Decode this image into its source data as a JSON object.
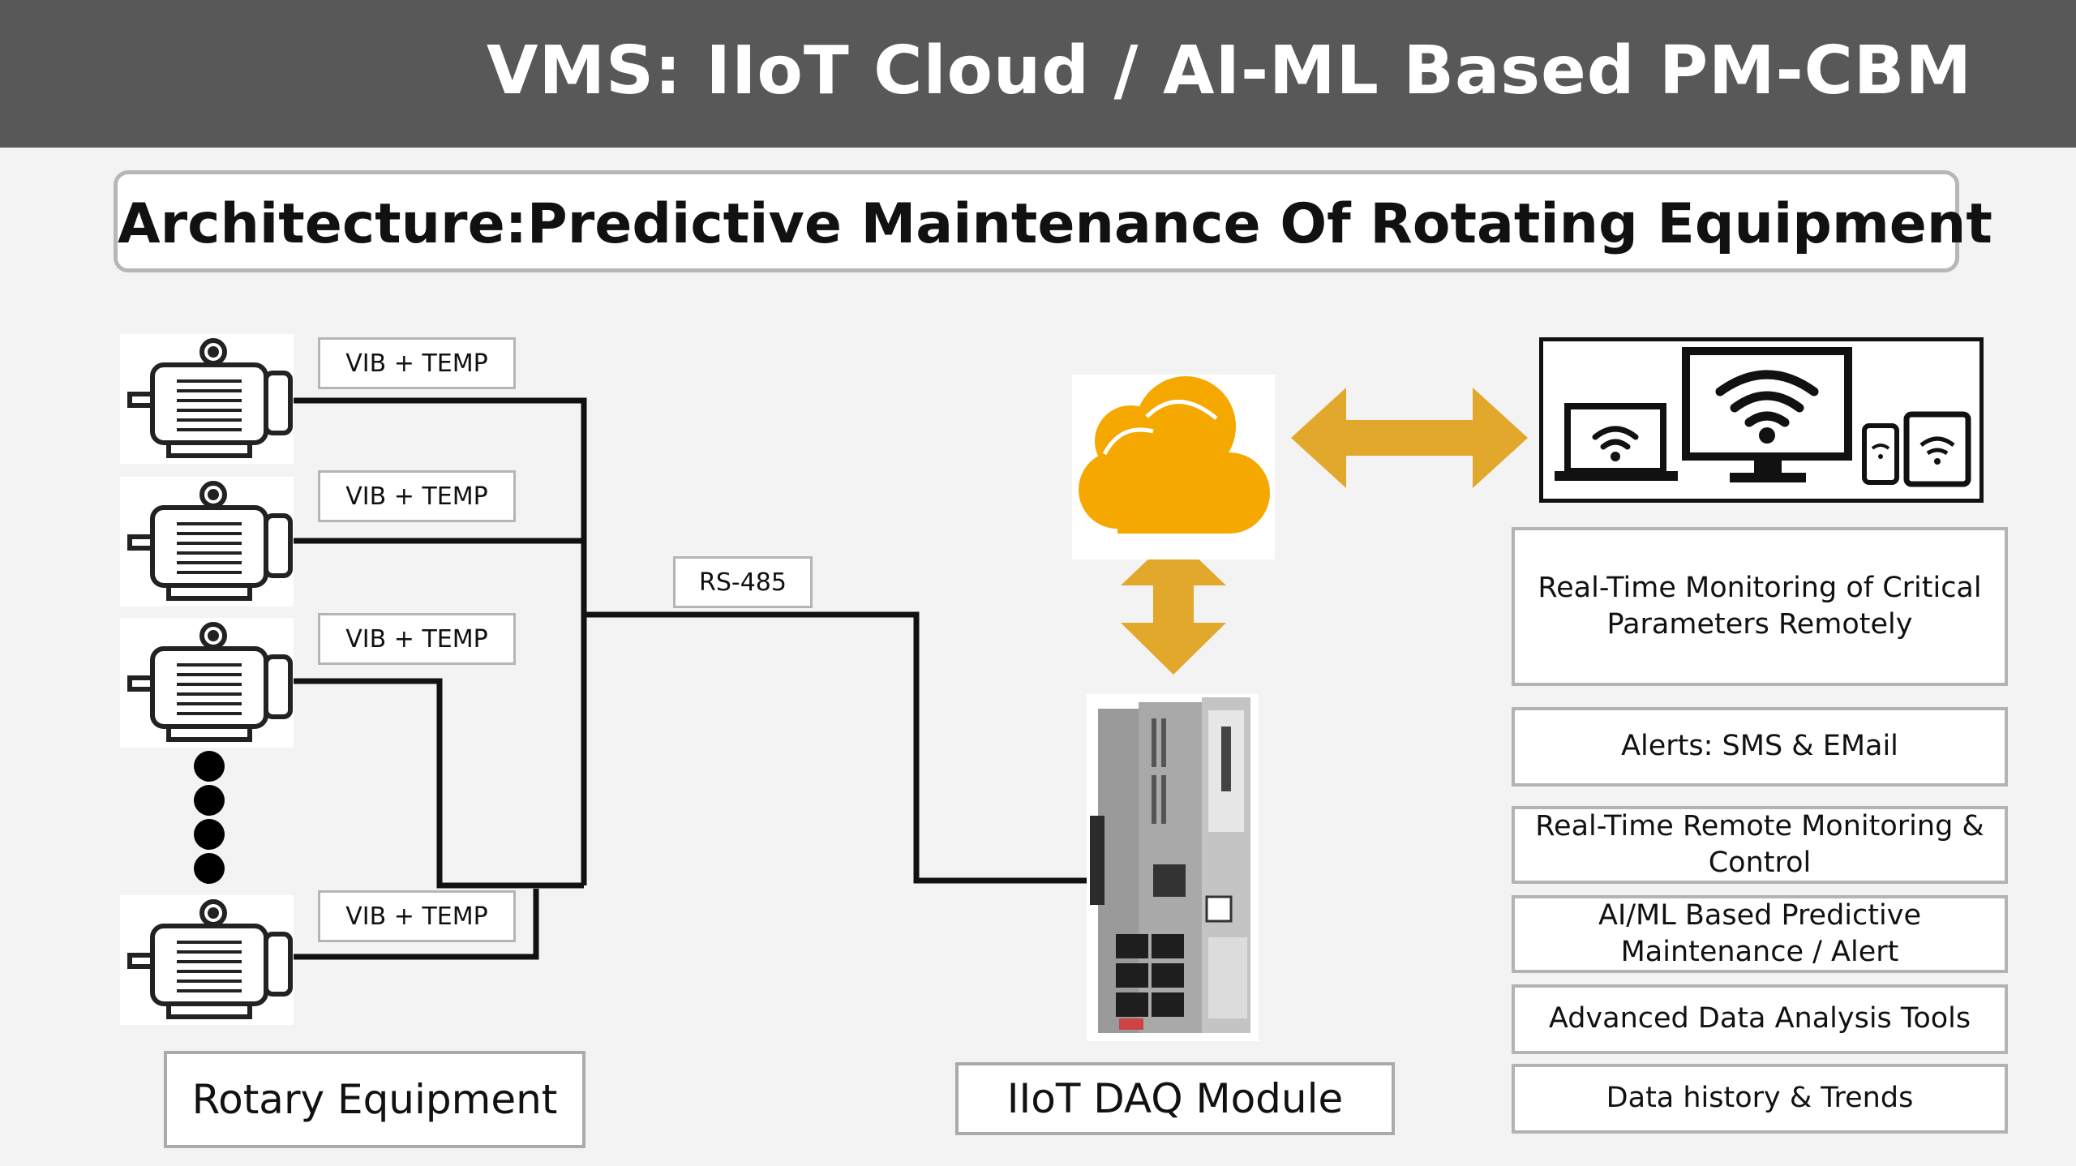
{
  "header": {
    "title": "VMS: IIoT Cloud / AI-ML Based PM-CBM"
  },
  "architecture": {
    "title": "Architecture:Predictive Maintenance Of Rotating Equipment"
  },
  "sensor_label": "VIB + TEMP",
  "bus_label": "RS-485",
  "labels": {
    "rotary_equipment": "Rotary Equipment",
    "daq_module": "IIoT DAQ Module"
  },
  "features": [
    "Real-Time Monitoring of Critical Parameters Remotely",
    "Alerts: SMS & EMail",
    "Real-Time Remote Monitoring & Control",
    "AI/ML Based Predictive Maintenance / Alert",
    "Advanced Data Analysis Tools",
    "Data history & Trends"
  ],
  "icons": [
    "motor-icon",
    "cloud-icon",
    "double-arrow-icon",
    "daq-module-icon",
    "laptop-icon",
    "monitor-icon",
    "phone-icon",
    "tablet-icon",
    "wifi-icon"
  ],
  "colors": {
    "header_bg": "#585858",
    "cloud": "#f5a800",
    "arrow": "#e2a82c"
  }
}
